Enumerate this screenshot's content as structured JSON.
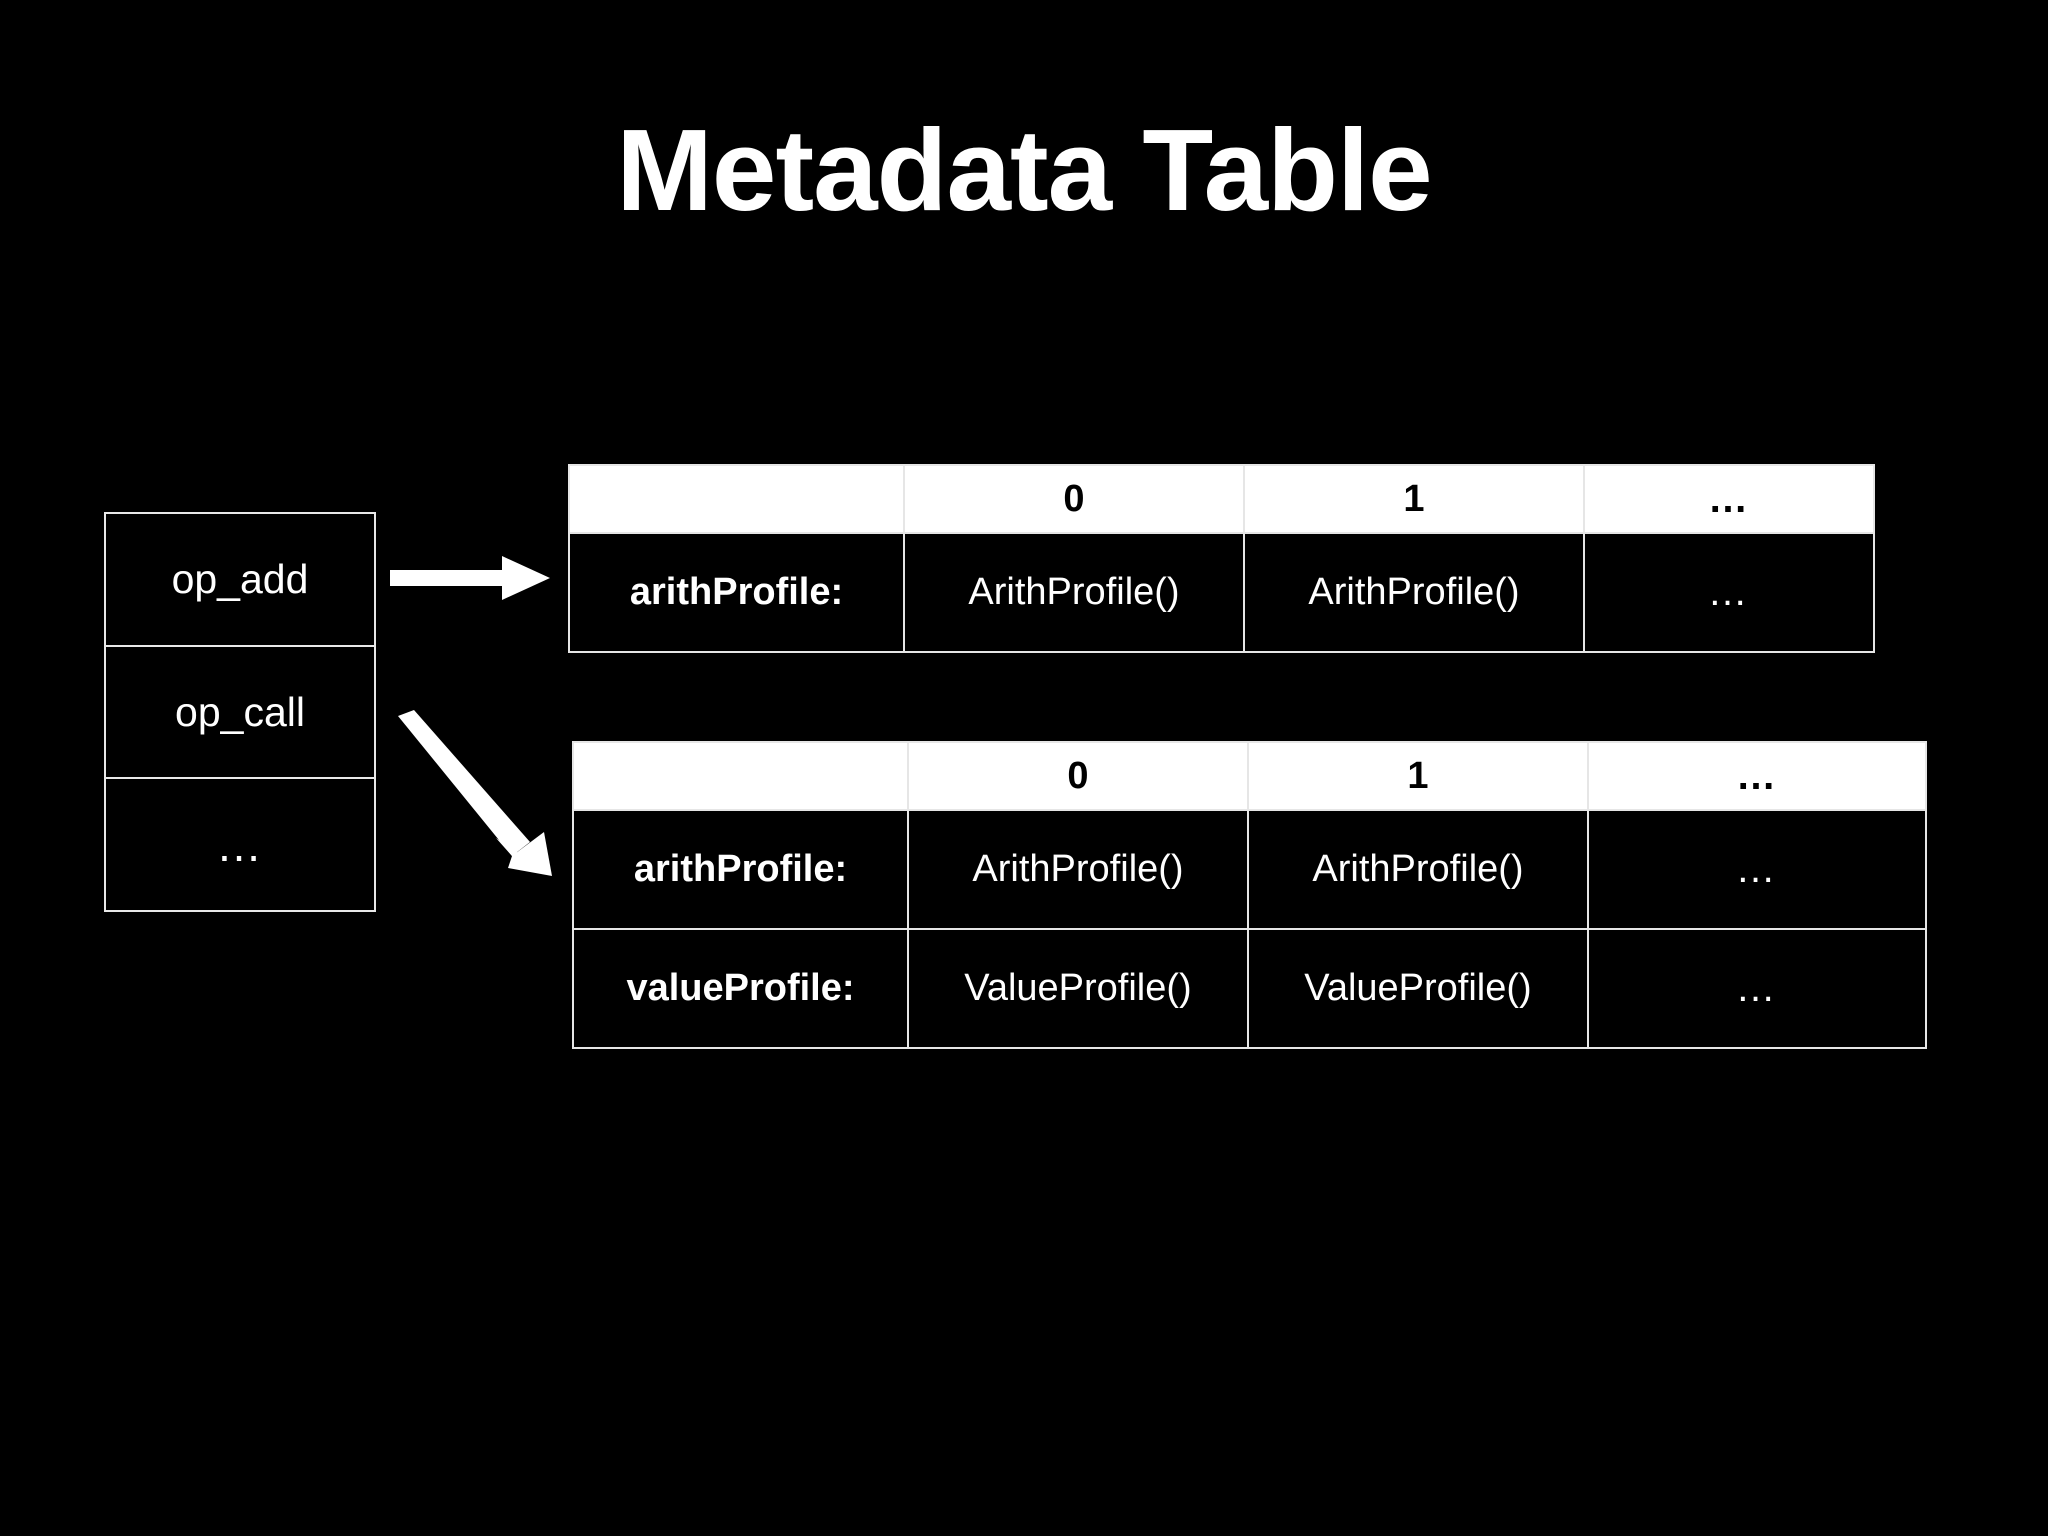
{
  "slide": {
    "title": "Metadata Table",
    "background_color": "#000000",
    "text_color": "#ffffff",
    "rule_color": "#e9e9e9"
  },
  "opcode_list": {
    "items": [
      {
        "label": "op_add"
      },
      {
        "label": "op_call"
      },
      {
        "label": "…"
      }
    ]
  },
  "arrows": [
    {
      "name": "arrow-op-add-to-table-1",
      "direction": "right"
    },
    {
      "name": "arrow-op-call-to-table-2",
      "direction": "down-right"
    }
  ],
  "tables": [
    {
      "id": "table-arith",
      "headers": [
        "",
        "0",
        "1",
        "…"
      ],
      "rows": [
        {
          "label": "arithProfile:",
          "cells": [
            "ArithProfile()",
            "ArithProfile()",
            "…"
          ]
        }
      ]
    },
    {
      "id": "table-arith-value",
      "headers": [
        "",
        "0",
        "1",
        "…"
      ],
      "rows": [
        {
          "label": "arithProfile:",
          "cells": [
            "ArithProfile()",
            "ArithProfile()",
            "…"
          ]
        },
        {
          "label": "valueProfile:",
          "cells": [
            "ValueProfile()",
            "ValueProfile()",
            "…"
          ]
        }
      ]
    }
  ]
}
